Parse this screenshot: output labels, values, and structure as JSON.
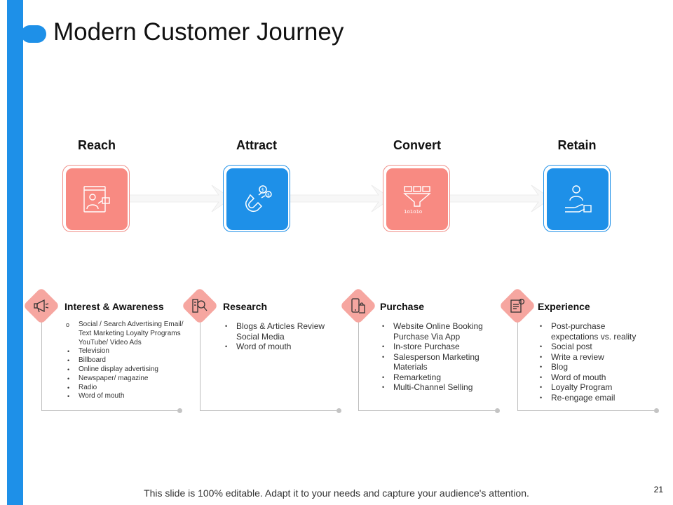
{
  "title": "Modern Customer Journey",
  "colors": {
    "accent_blue": "#1e90e8",
    "accent_salmon": "#f88a82",
    "diamond_pink": "#f6a6a0"
  },
  "stages": [
    {
      "label": "Reach",
      "icon": "presenter-board-icon",
      "color": "salmon"
    },
    {
      "label": "Attract",
      "icon": "magnet-dollar-icon",
      "color": "blue"
    },
    {
      "label": "Convert",
      "icon": "funnel-binary-icon",
      "color": "salmon"
    },
    {
      "label": "Retain",
      "icon": "person-hand-box-icon",
      "color": "blue"
    }
  ],
  "cards": [
    {
      "heading": "Interest & Awareness",
      "icon": "megaphone-icon",
      "items": [
        "Social / Search Advertising Email/ Text Marketing Loyalty Programs YouTube/ Video Ads",
        "Television",
        "Billboard",
        "Online display advertising",
        "Newspaper/ magazine",
        "Radio",
        "Word of mouth"
      ]
    },
    {
      "heading": "Research",
      "icon": "magnifier-chart-icon",
      "items": [
        "Blogs & Articles Review Social Media",
        "Word of mouth"
      ]
    },
    {
      "heading": "Purchase",
      "icon": "phone-shopping-bag-icon",
      "items": [
        "Website Online Booking Purchase Via App",
        "In-store Purchase",
        "Salesperson Marketing Materials",
        "Remarketing",
        "Multi-Channel Selling"
      ]
    },
    {
      "heading": "Experience",
      "icon": "review-document-icon",
      "items": [
        "Post-purchase expectations vs. reality",
        "Social post",
        "Write a review",
        "Blog",
        "Word of mouth",
        "Loyalty Program",
        "Re-engage email"
      ]
    }
  ],
  "footer": "This slide is 100% editable. Adapt it to your needs and capture your audience's attention.",
  "page_number": "21"
}
